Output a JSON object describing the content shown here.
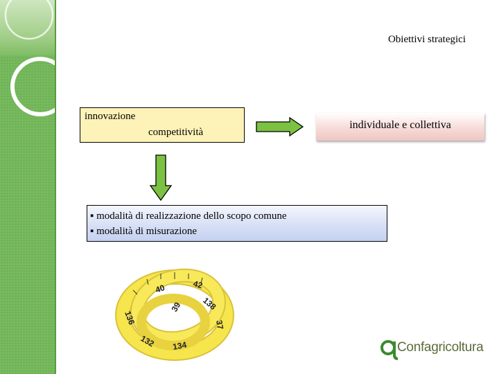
{
  "slide": {
    "title": "Obiettivi strategici",
    "box_innovation": {
      "line1": "innovazione",
      "line2": "competitività"
    },
    "box_individual": {
      "text": "individuale e collettiva"
    },
    "box_modalities": {
      "bullets": [
        "modalità di realizzazione dello scopo comune",
        "modalità di misurazione"
      ]
    },
    "tape_numbers": [
      "40",
      "42",
      "138",
      "136",
      "39",
      "37",
      "134",
      "132"
    ],
    "logo": {
      "text": "Confagricoltura"
    }
  },
  "colors": {
    "sidebar": "#74b85a",
    "arrow_green": "#7cc242",
    "innovation_box": "#fdf2b8",
    "modalities_box": "#cfd9f2",
    "individual_box": "#f2d0cc",
    "logo_green": "#5c6b3a"
  }
}
